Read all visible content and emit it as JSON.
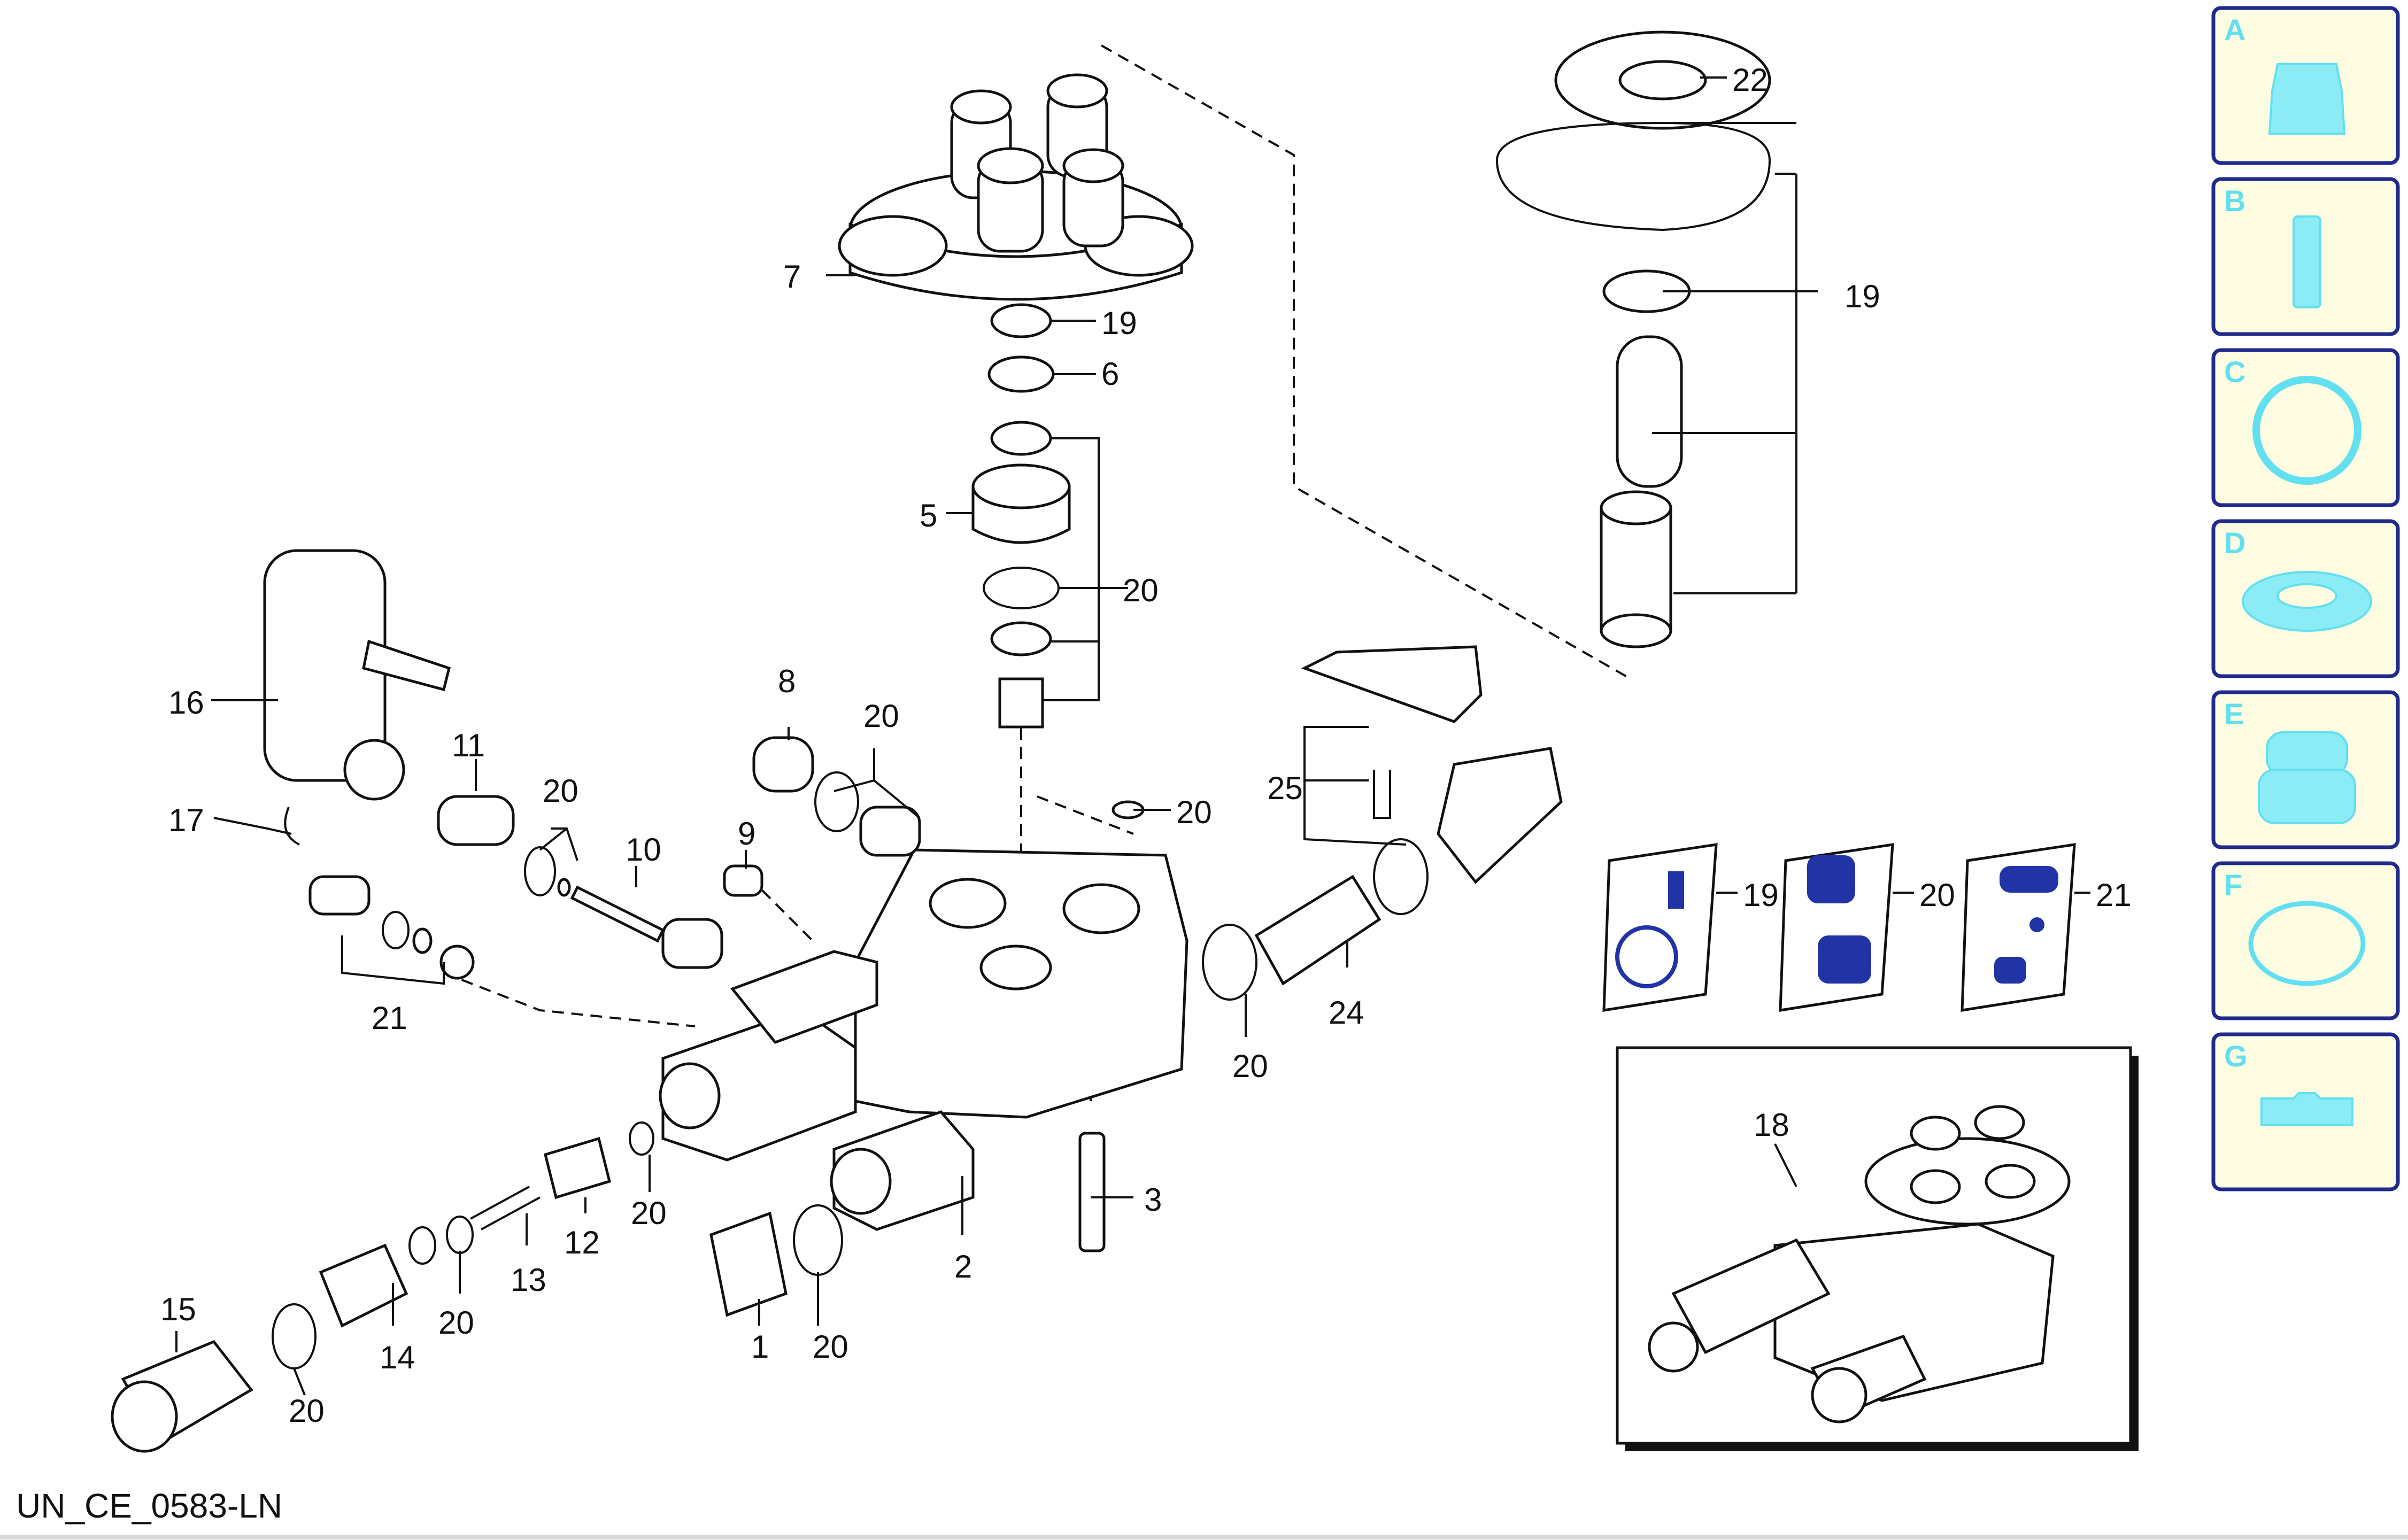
{
  "drawing_id": "UN_CE_0583-LN",
  "callouts": {
    "c1": "1",
    "c2": "2",
    "c3": "3",
    "c5": "5",
    "c6": "6",
    "c7": "7",
    "c8": "8",
    "c9": "9",
    "c10": "10",
    "c11": "11",
    "c12": "12",
    "c13": "13",
    "c14": "14",
    "c15": "15",
    "c16": "16",
    "c17": "17",
    "c18": "18",
    "c19a": "19",
    "c19b": "19",
    "c19c": "19",
    "c20a": "20",
    "c20b": "20",
    "c20c": "20",
    "c20d": "20",
    "c20e": "20",
    "c20f": "20",
    "c20g": "20",
    "c20h": "20",
    "c20i": "20",
    "c20j": "20",
    "c21a": "21",
    "c21b": "21",
    "c22": "22",
    "c24": "24",
    "c25": "25"
  },
  "kits": [
    {
      "label": "19",
      "icon": "seal-kit-bag-icon"
    },
    {
      "label": "20",
      "icon": "oring-kit-bag-icon"
    },
    {
      "label": "21",
      "icon": "valve-kit-bag-icon"
    }
  ],
  "categories": [
    {
      "letter": "A",
      "icon": "valve-cap-icon"
    },
    {
      "letter": "B",
      "icon": "piston-icon"
    },
    {
      "letter": "C",
      "icon": "circlip-icon"
    },
    {
      "letter": "D",
      "icon": "seal-ring-icon"
    },
    {
      "letter": "E",
      "icon": "spring-icon"
    },
    {
      "letter": "F",
      "icon": "o-ring-icon"
    },
    {
      "letter": "G",
      "icon": "gasket-icon"
    }
  ],
  "colors": {
    "accent": "#62dff0",
    "tile_fill": "#fffde1",
    "tile_border": "#1f2a8c",
    "kit_blue": "#2233a6"
  }
}
